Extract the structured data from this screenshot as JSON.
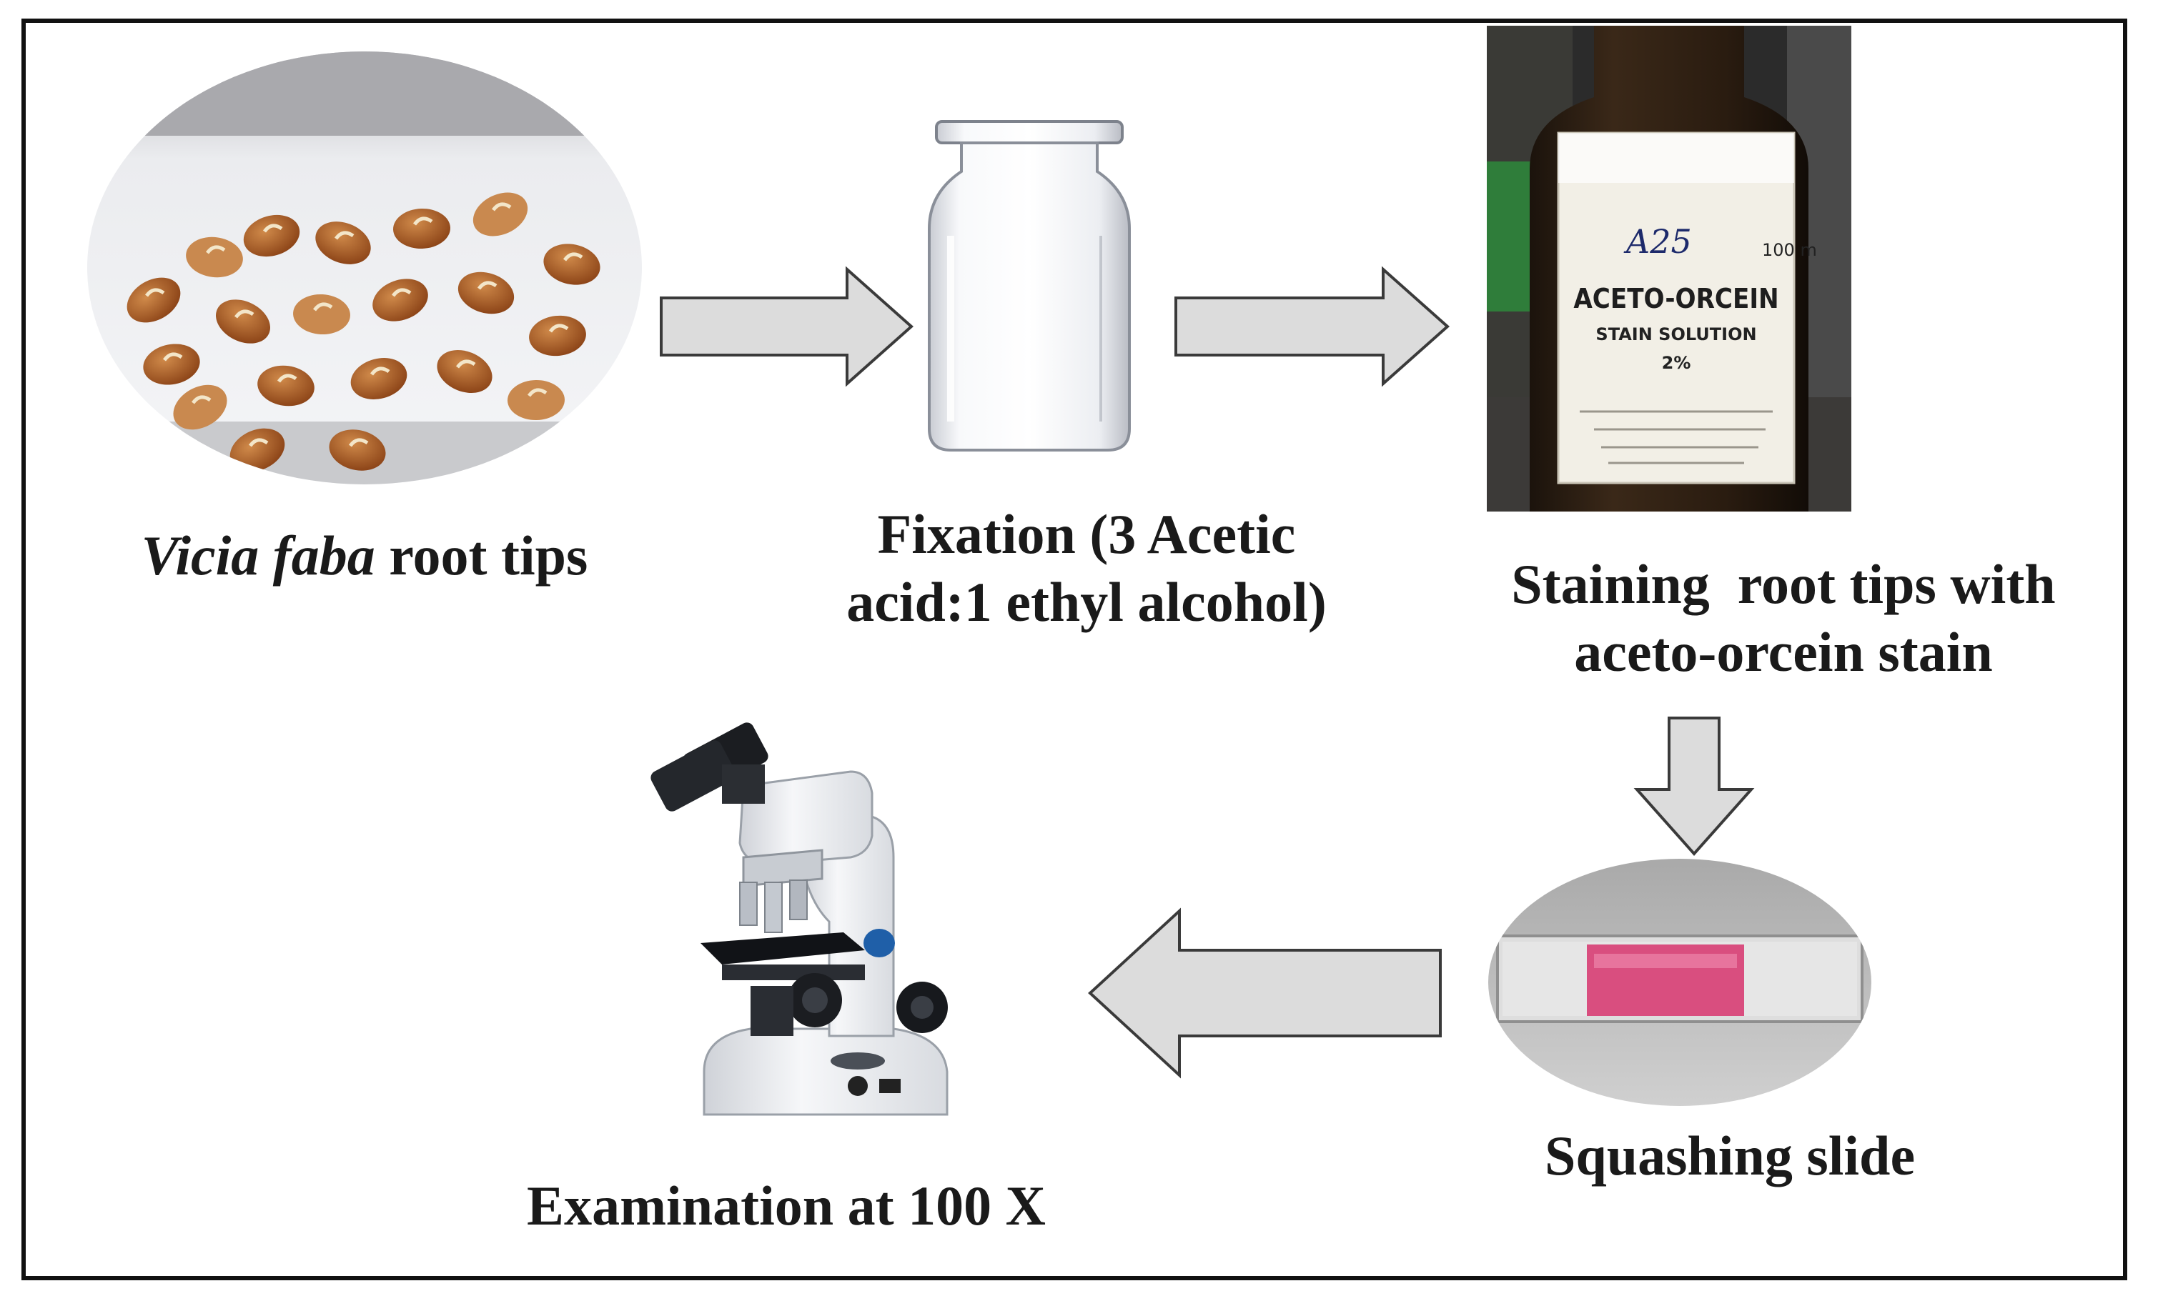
{
  "steps": {
    "seeds": {
      "label_italic": "Vicia faba",
      "label_rest": " root tips"
    },
    "fixation": {
      "line1": "Fixation (3 Acetic",
      "line2": "acid:1 ethyl alcohol)"
    },
    "staining": {
      "line1": "Staining  root tips with",
      "line2": "aceto-orcein stain",
      "bottle_handwriting": "A25",
      "bottle_volume": "100 m",
      "bottle_title": "ACETO-ORCEIN",
      "bottle_sub": "STAIN SOLUTION",
      "bottle_pct": "2%"
    },
    "squashing": {
      "label": "Squashing slide"
    },
    "examination": {
      "label": "Examination at 100 X"
    }
  },
  "colors": {
    "arrow_fill": "#dcdcdc",
    "arrow_stroke": "#3a3a3a",
    "seed": "#a85a22",
    "stain": "#d6336c",
    "frame": "#111111"
  }
}
